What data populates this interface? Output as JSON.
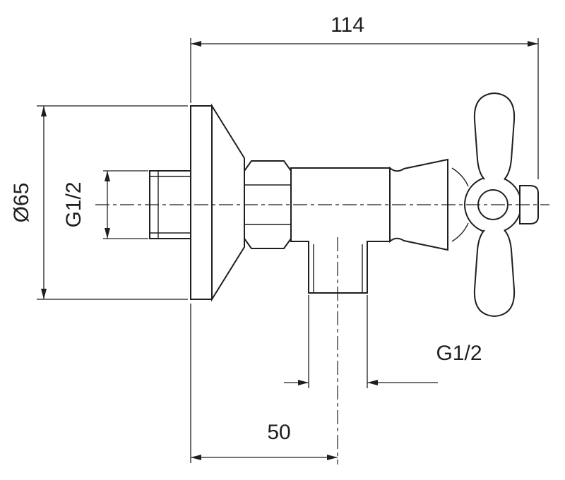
{
  "colors": {
    "background": "#ffffff",
    "line": "#1f1f1f"
  },
  "dimensions": {
    "overall_depth": "114",
    "flange_diameter": "Ø65",
    "inlet_thread": "G1/2",
    "outlet_thread": "G1/2",
    "wall_to_outlet_axis": "50"
  }
}
